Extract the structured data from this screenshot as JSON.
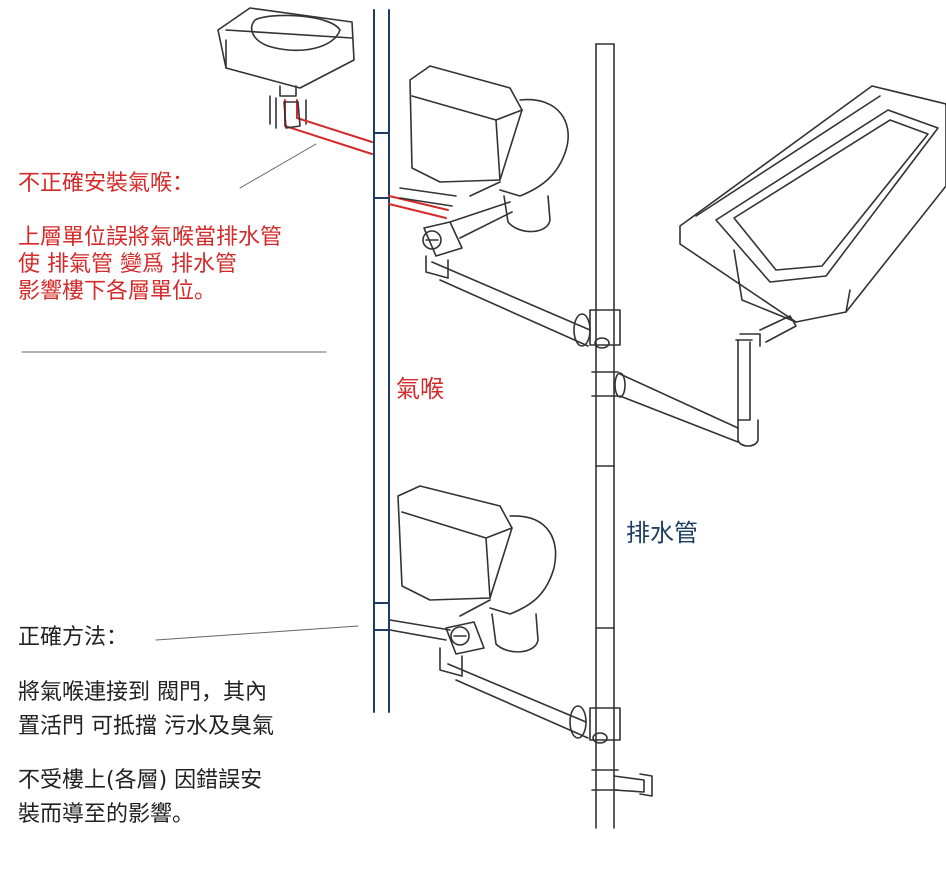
{
  "wrong_method": {
    "title": "不正確安裝氣喉：",
    "lines": [
      "上層單位誤將氣喉當排水管",
      "使 排氣管 變爲 排水管",
      "影響樓下各層單位。"
    ]
  },
  "correct_method": {
    "title": "正確方法：",
    "lines": [
      "將氣喉連接到 閥門，其內",
      "置活門 可抵擋 污水及臭氣"
    ],
    "note_lines": [
      "不受樓上(各層) 因錯誤安",
      "裝而導至的影響。"
    ]
  },
  "labels": {
    "vent_pipe": "氣喉",
    "drain_pipe": "排水管"
  },
  "colors": {
    "error": "#d42a2a",
    "vent_pipe": "#1d3d62",
    "line_art": "#333333"
  }
}
